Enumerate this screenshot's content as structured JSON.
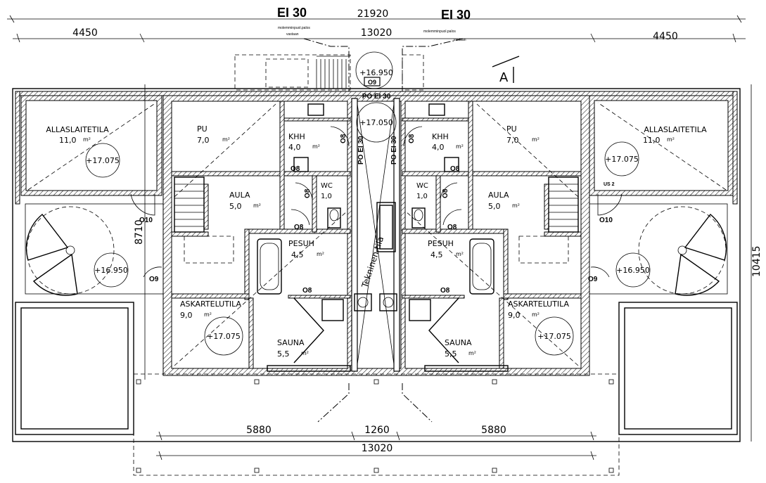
{
  "fire_ratings": {
    "left": "EI 30",
    "right": "EI 30"
  },
  "fire_notes": {
    "line1": "molemminpuol.palos",
    "line2": "vastaan"
  },
  "fire_ratings_wall": {
    "horizontal": "PO EI 30",
    "vertical_left": "PO EI 30",
    "vertical_right": "PO EI 30"
  },
  "dimensions": {
    "total_top": "21920",
    "mid_top": "13020",
    "left_top": "4450",
    "right_top": "4450",
    "bottom_left": "5880",
    "bottom_mid": "1260",
    "bottom_right": "5880",
    "bottom_total": "13020",
    "left_height": "8710",
    "right_height": "10415"
  },
  "section_marker": "A",
  "rooms": {
    "allaslaitetila_left": {
      "name": "ALLASLAITETILA",
      "area": "11,0",
      "level": "+17.075"
    },
    "allaslaitetila_right": {
      "name": "ALLASLAITETILA",
      "area": "11,0",
      "level": "+17.075"
    },
    "pu_left": {
      "name": "PU",
      "area": "7,0"
    },
    "pu_right": {
      "name": "PU",
      "area": "7,0"
    },
    "khh_left": {
      "name": "KHH",
      "area": "4,0"
    },
    "khh_right": {
      "name": "KHH",
      "area": "4,0"
    },
    "aula_left": {
      "name": "AULA",
      "area": "5,0"
    },
    "aula_right": {
      "name": "AULA",
      "area": "5,0"
    },
    "wc_left": {
      "name": "WC",
      "area": "1,0"
    },
    "wc_right": {
      "name": "WC",
      "area": "1,0"
    },
    "pesuh_left": {
      "name": "PESUH",
      "area": "4,5"
    },
    "pesuh_right": {
      "name": "PESUH",
      "area": "4,5"
    },
    "askartelutila_left": {
      "name": "ASKARTELUTILA",
      "area": "9,0",
      "level": "+17.075"
    },
    "askartelutila_right": {
      "name": "ASKARTELUTILA",
      "area": "9,0",
      "level": "+17.075"
    },
    "sauna_left": {
      "name": "SAUNA",
      "area": "5,5"
    },
    "sauna_right": {
      "name": "SAUNA",
      "area": "5,5"
    },
    "tekninen": {
      "name": "Tekninen tila"
    }
  },
  "unit": "m²",
  "levels": {
    "stair_top": "+16.950",
    "core": "+17.050",
    "stair_left": "+16.950",
    "stair_right": "+16.950"
  },
  "doors": {
    "o8": "O8",
    "o9": "O9",
    "o10": "O10"
  },
  "misc": {
    "us2": "US 2"
  }
}
